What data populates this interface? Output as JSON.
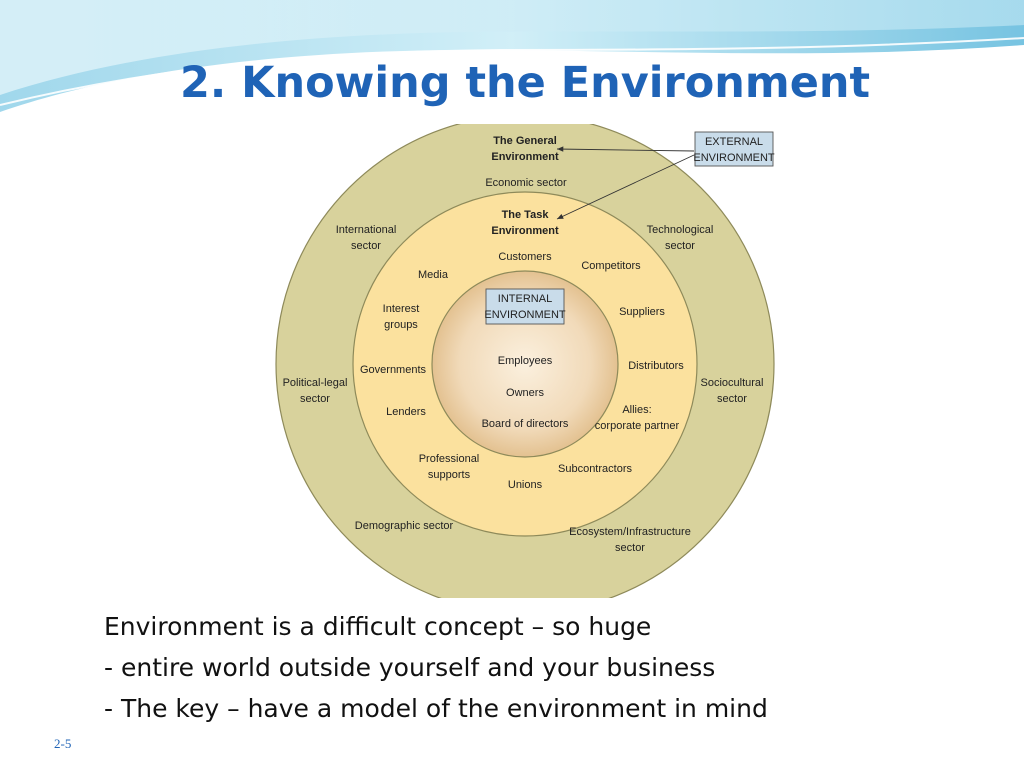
{
  "slide": {
    "title": "2. Knowing the Environment",
    "page_number": "2-5"
  },
  "diagram": {
    "external_label": [
      "EXTERNAL",
      "ENVIRONMENT"
    ],
    "internal_label": [
      "INTERNAL",
      "ENVIRONMENT"
    ],
    "general_env": [
      "The General",
      "Environment"
    ],
    "task_env": [
      "The Task",
      "Environment"
    ],
    "general_sectors": {
      "economic": [
        "Economic sector"
      ],
      "international": [
        "International",
        "sector"
      ],
      "technological": [
        "Technological",
        "sector"
      ],
      "political": [
        "Political-legal",
        "sector"
      ],
      "sociocultural": [
        "Sociocultural",
        "sector"
      ],
      "demographic": [
        "Demographic sector"
      ],
      "ecosystem": [
        "Ecosystem/Infrastructure",
        "sector"
      ]
    },
    "task_items": {
      "customers": [
        "Customers"
      ],
      "media": [
        "Media"
      ],
      "competitors": [
        "Competitors"
      ],
      "interest_groups": [
        "Interest",
        "groups"
      ],
      "suppliers": [
        "Suppliers"
      ],
      "governments": [
        "Governments"
      ],
      "distributors": [
        "Distributors"
      ],
      "lenders": [
        "Lenders"
      ],
      "allies": [
        "Allies:",
        "corporate partner"
      ],
      "professional_supports": [
        "Professional",
        "supports"
      ],
      "subcontractors": [
        "Subcontractors"
      ],
      "unions": [
        "Unions"
      ]
    },
    "internal_items": {
      "employees": [
        "Employees"
      ],
      "owners": [
        "Owners"
      ],
      "board": [
        "Board of directors"
      ]
    },
    "colors": {
      "outer_ring": "#d8d29c",
      "middle_ring": "#fbe19e",
      "inner_core": "#f3dcbd",
      "label_box": "#c9dcea",
      "title": "#1f63b6"
    }
  },
  "caption": {
    "lines": [
      "Environment is a difficult concept – so huge",
      "- entire world outside yourself and your business",
      "- The key – have a model of the environment in mind"
    ]
  }
}
